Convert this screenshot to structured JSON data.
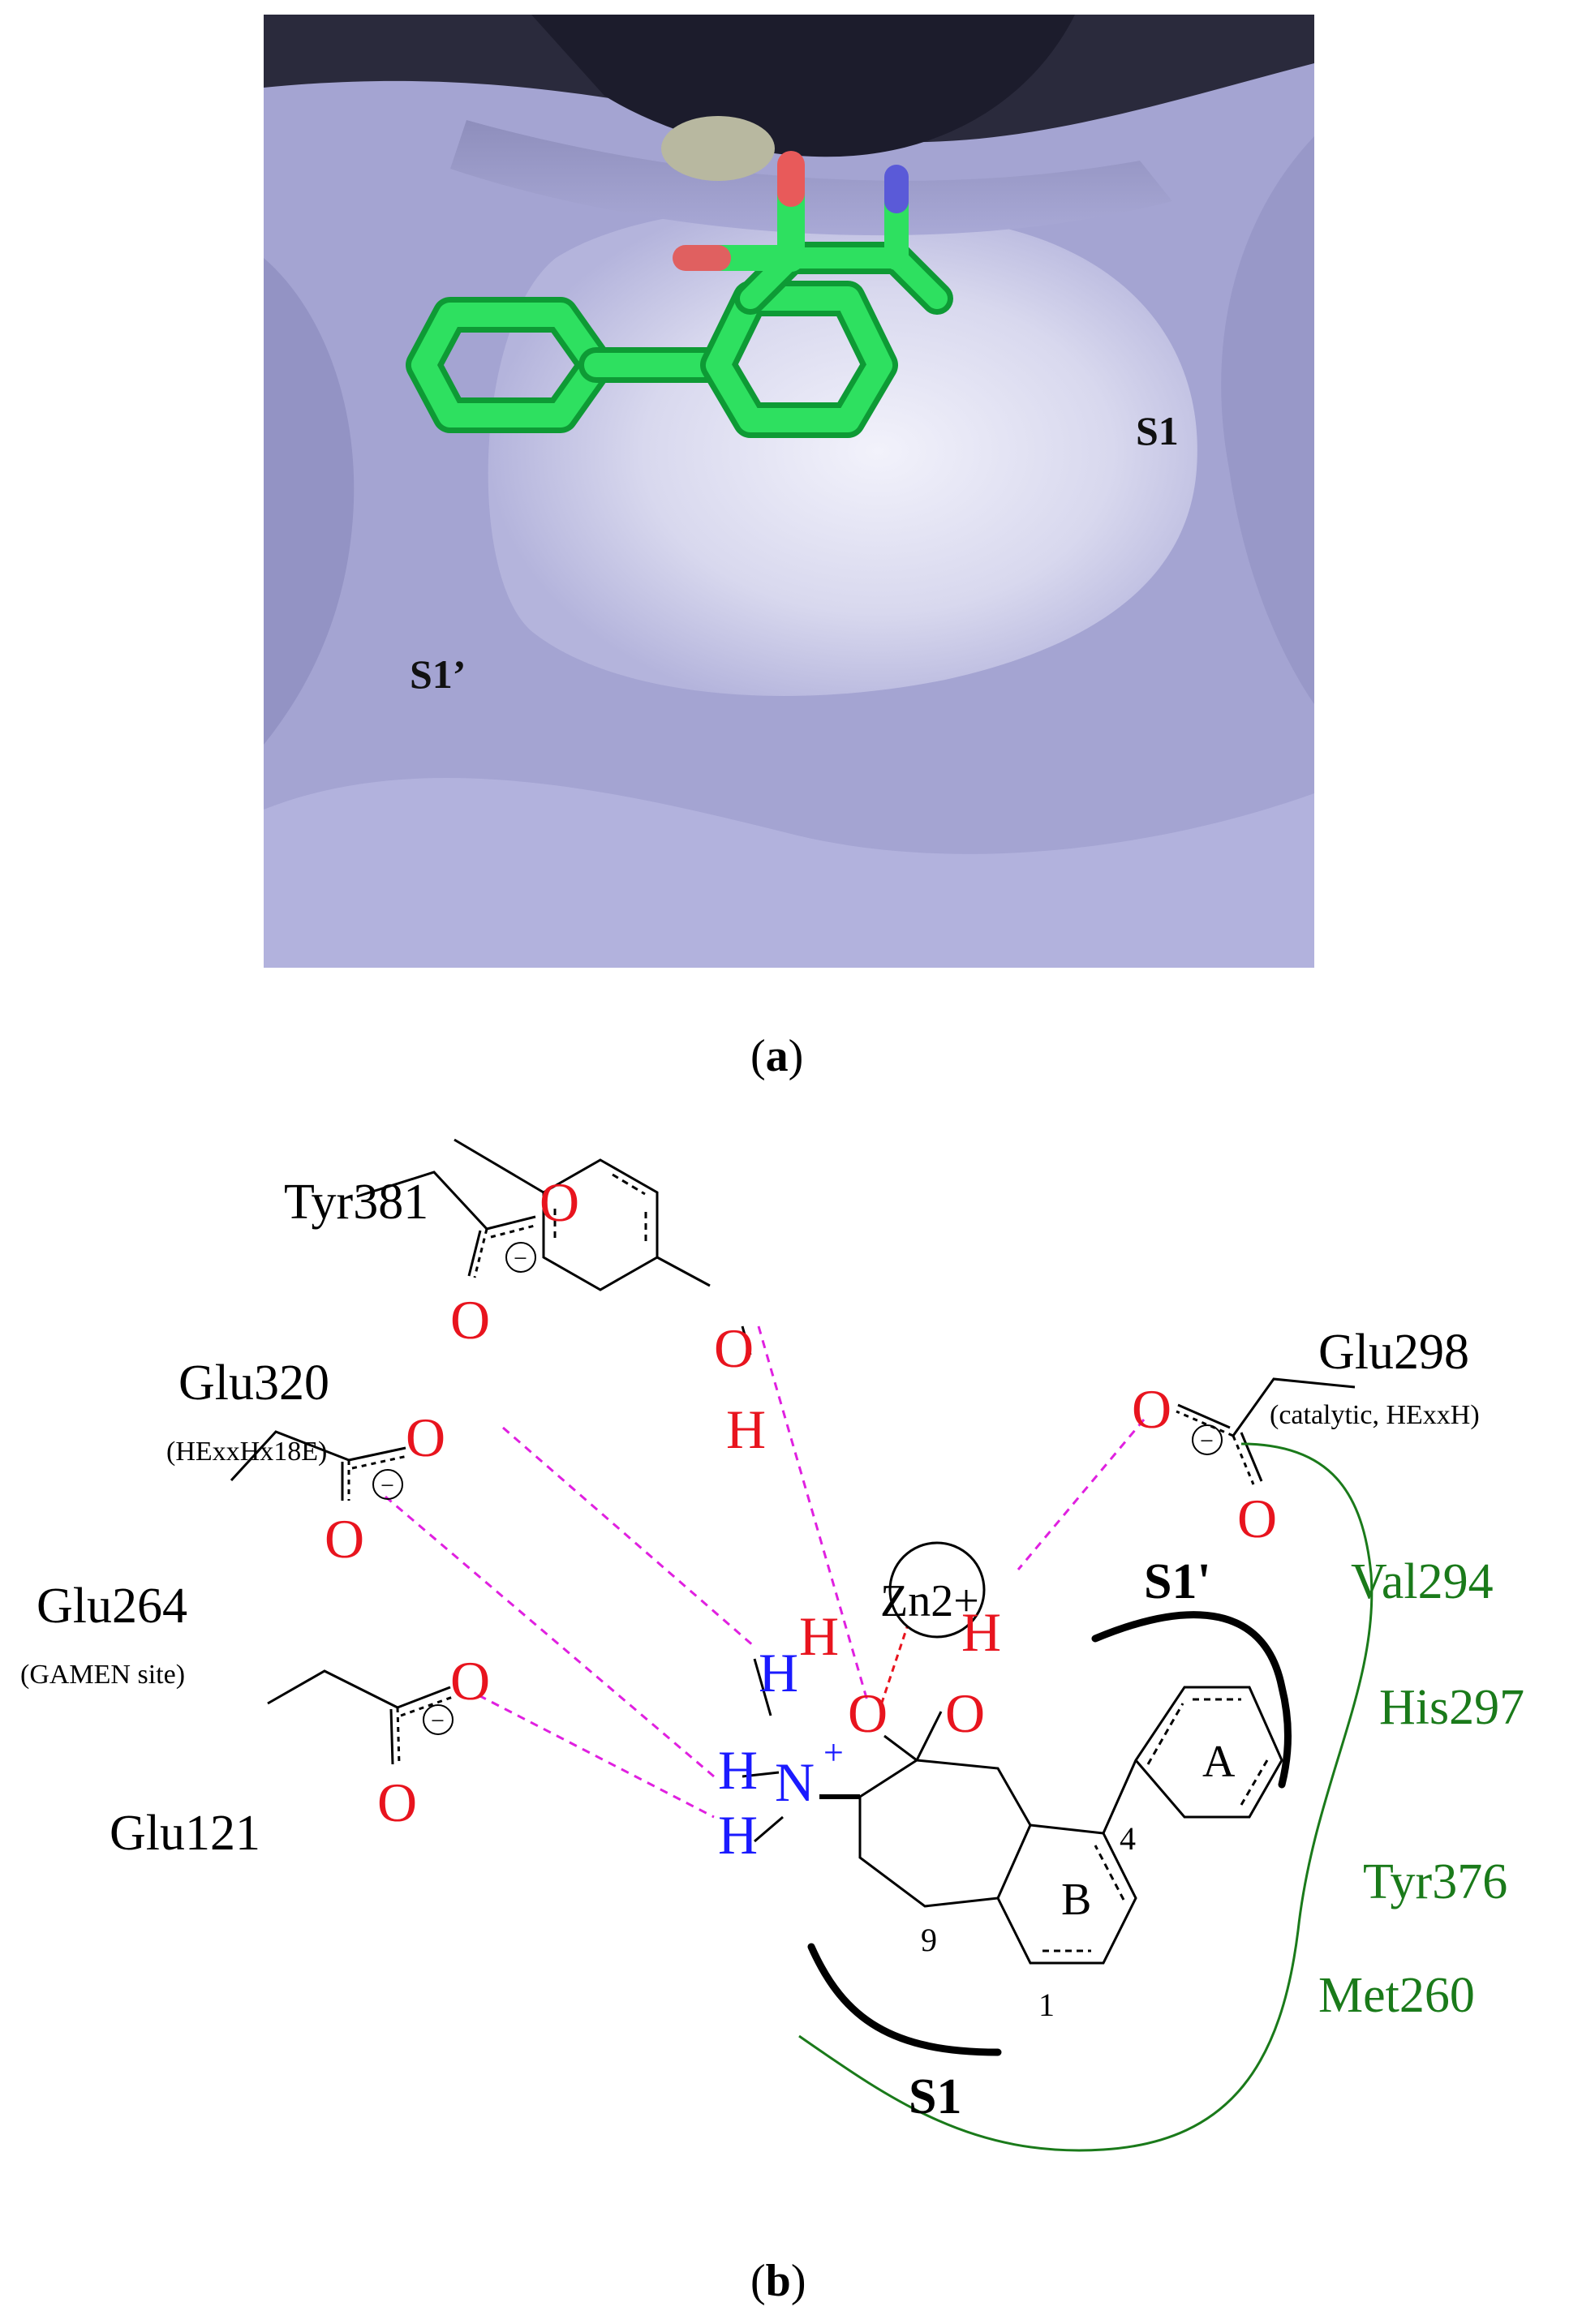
{
  "panel_a": {
    "pocket_labels": [
      "S1",
      "S1’"
    ],
    "caption_letter": "a"
  },
  "panel_b": {
    "caption_letter": "b",
    "residues_black": [
      {
        "name": "Tyr381"
      },
      {
        "name": "Glu320",
        "note": "(HExxHx18E)"
      },
      {
        "name": "Glu264",
        "note": "(GAMEN site)"
      },
      {
        "name": "Glu121"
      },
      {
        "name": "Glu298",
        "note": "(catalytic, HExxH)"
      }
    ],
    "residues_green": [
      "Val294",
      "His297",
      "Tyr376",
      "Met260"
    ],
    "metal": "Zn2+",
    "ring_labels": [
      "A",
      "B"
    ],
    "atom_numbers": [
      "4",
      "9",
      "1"
    ],
    "subsites": [
      "S1",
      "S1'"
    ],
    "colors": {
      "oxygen": "#e8141e",
      "nitrogen": "#1a1aff",
      "interaction": "#e020e0",
      "metal_bond": "#e8141e",
      "pocket_residue": "#1a7a1a",
      "ligand_carbon": "#22dd55",
      "surface": "#a9a9d6"
    }
  }
}
